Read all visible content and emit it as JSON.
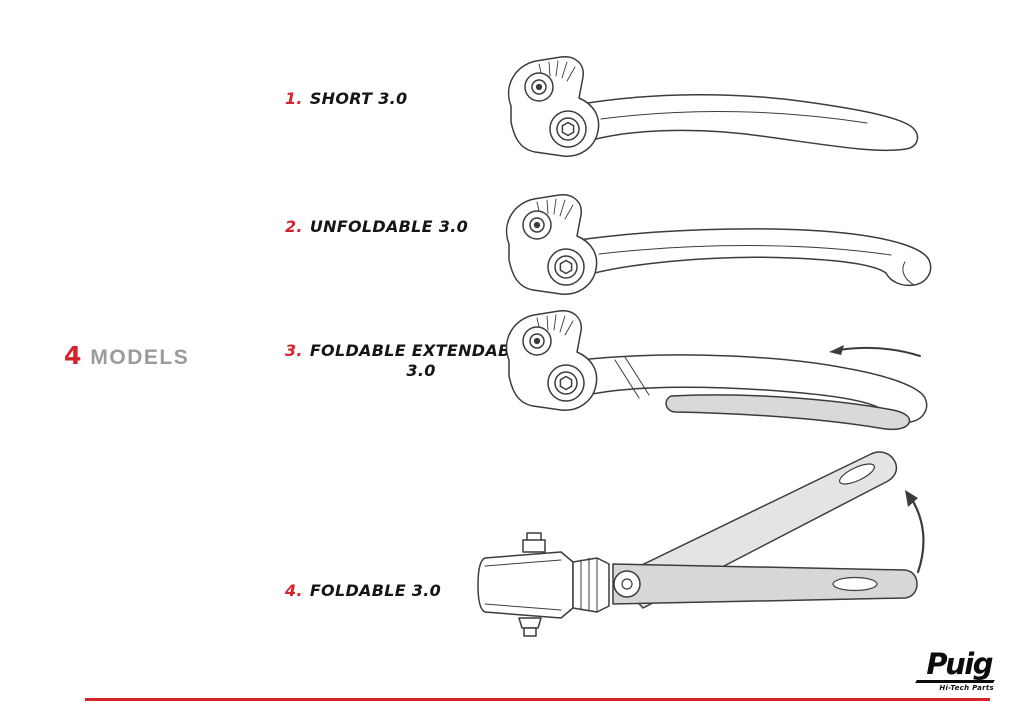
{
  "heading": {
    "count": "4",
    "word": "MODELS"
  },
  "models": [
    {
      "number": "1.",
      "name": "SHORT 3.0"
    },
    {
      "number": "2.",
      "name": "UNFOLDABLE 3.0"
    },
    {
      "number": "3.",
      "name": "FOLDABLE EXTENDABLE\n3.0"
    },
    {
      "number": "4.",
      "name": "FOLDABLE 3.0"
    }
  ],
  "logo": {
    "brand": "Puig",
    "tagline": "Hi-Tech Parts"
  },
  "colors": {
    "accent": "#d5232b",
    "label_text": "#151515",
    "heading_gray": "#9b9b9b",
    "line_art": "#3c3c3c",
    "lever_fill_gray": "#d9d9d9"
  }
}
